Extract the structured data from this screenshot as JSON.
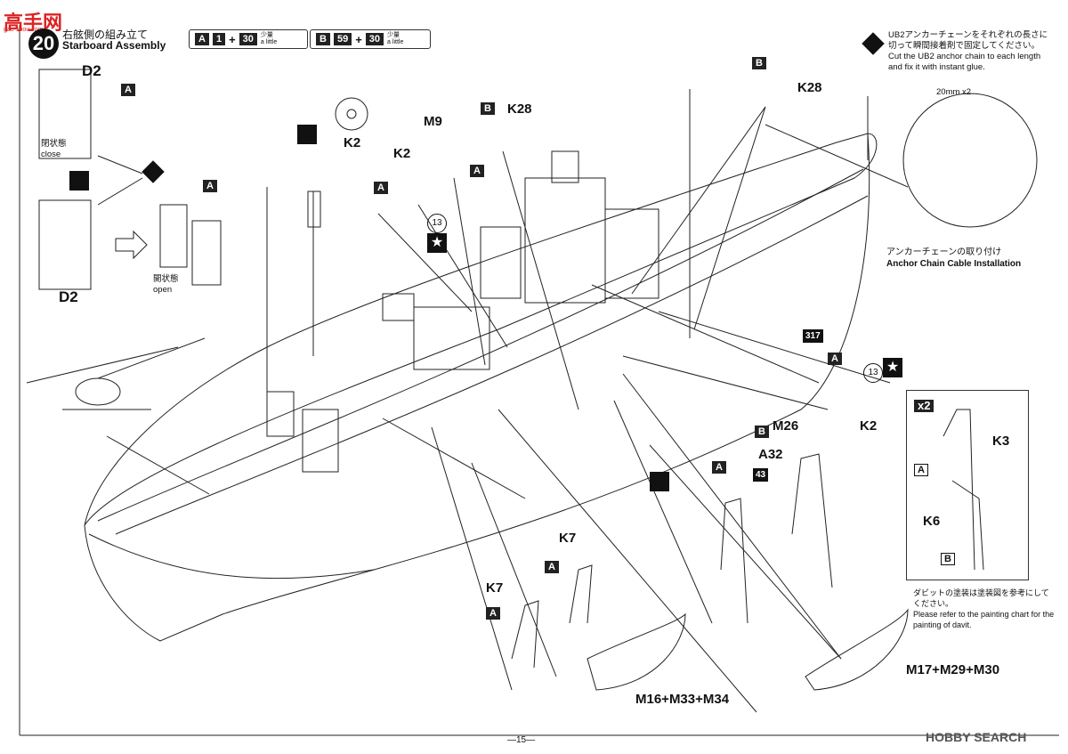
{
  "watermark": {
    "logo_text": "高手网",
    "logo_sub": "gao-shou.com"
  },
  "step": {
    "number": "20",
    "title_jp": "右舷側の組み立て",
    "title_en": "Starboard Assembly"
  },
  "paint_refs": [
    {
      "tag": "A",
      "n1": "1",
      "plus": "+",
      "n2": "30",
      "note_jp": "少量",
      "note_en": "a little"
    },
    {
      "tag": "B",
      "n1": "59",
      "plus": "+",
      "n2": "30",
      "note_jp": "少量",
      "note_en": "a little"
    }
  ],
  "hatch_door": {
    "part": "D2",
    "part_bottom": "D2",
    "tag": "A",
    "close_jp": "閉状態",
    "close_en": "close",
    "open_jp": "開状態",
    "open_en": "open",
    "open_tag": "A"
  },
  "callouts": {
    "k2_top": "K2",
    "k2_mid": "K2",
    "k2_mid_tag": "A",
    "m9": "M9",
    "m9_tag": "A",
    "k28_left": "K28",
    "k28_left_tag": "B",
    "k28_right": "K28",
    "k28_right_tag": "B",
    "k2_right": "K2",
    "k2_right_tag": "A",
    "m26": "M26",
    "m26_tag": "B",
    "m26_badge": "317",
    "a32": "A32",
    "a32_tag": "A",
    "a32_badge": "43",
    "k7_left": "K7",
    "k7_left_tag": "A",
    "k7_right": "K7",
    "k7_right_tag": "A",
    "m16": "M16+M33+M34",
    "m17": "M17+M29+M30",
    "circle13_a": "13",
    "circle13_b": "13"
  },
  "anchor_note": {
    "jp": "UB2アンカーチェーンをそれぞれの長さに切って瞬間接着剤で固定してください。",
    "en": "Cut the UB2 anchor chain to each length and fix it with instant glue.",
    "length": "20mm x2",
    "caption_jp": "アンカーチェーンの取り付け",
    "caption_en": "Anchor Chain Cable Installation"
  },
  "davit_box": {
    "mult": "x2",
    "k3": "K3",
    "k6": "K6",
    "tag_a": "A",
    "tag_b": "B",
    "note_jp": "ダビットの塗装は塗装図を参考にしてください。",
    "note_en": "Please refer to the painting chart for the painting of davit."
  },
  "footer": {
    "page": "—15—",
    "brand": "HOBBY SEARCH"
  }
}
